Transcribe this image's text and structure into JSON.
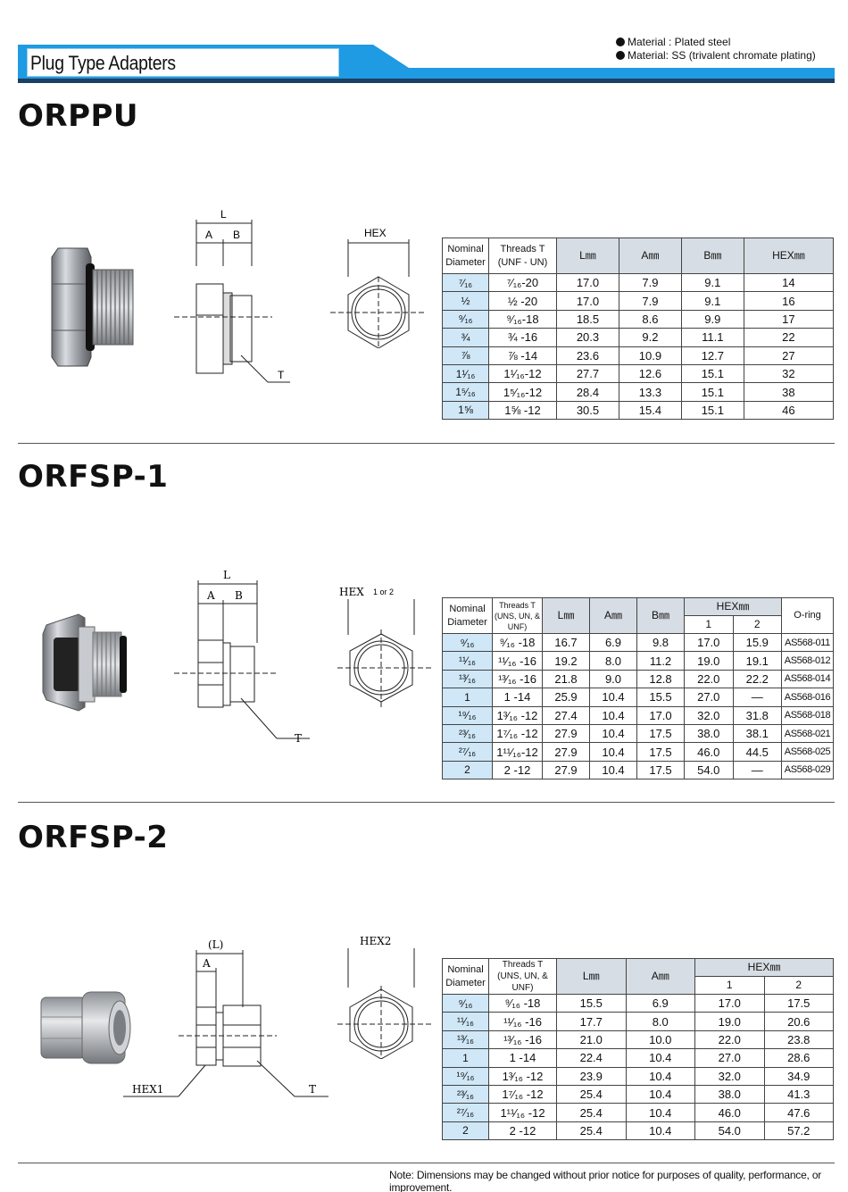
{
  "header": {
    "title": "Plug Type Adapters",
    "material_lines": [
      "Material : Plated steel",
      "Material: SS (trivalent chromate plating)"
    ],
    "accent_color": "#1e9be3",
    "bar_color": "#1c3f66"
  },
  "sections": [
    {
      "title": "ORPPU",
      "drawing_labels": {
        "L": "L",
        "A": "A",
        "B": "B",
        "T": "T",
        "HEX": "HEX"
      },
      "headers": [
        "Nominal\nDiameter",
        "Threads T\n(UNF - UN)",
        "L㎜",
        "A㎜",
        "B㎜",
        "HEX㎜"
      ],
      "rows": [
        [
          "⁷⁄₁₆",
          "⁷⁄₁₆-20",
          "17.0",
          "7.9",
          "9.1",
          "14"
        ],
        [
          "½",
          "½ -20",
          "17.0",
          "7.9",
          "9.1",
          "16"
        ],
        [
          "⁹⁄₁₆",
          "⁹⁄₁₆-18",
          "18.5",
          "8.6",
          "9.9",
          "17"
        ],
        [
          "¾",
          "¾ -16",
          "20.3",
          "9.2",
          "11.1",
          "22"
        ],
        [
          "⅞",
          "⅞ -14",
          "23.6",
          "10.9",
          "12.7",
          "27"
        ],
        [
          "1¹⁄₁₆",
          "1¹⁄₁₆-12",
          "27.7",
          "12.6",
          "15.1",
          "32"
        ],
        [
          "1⁵⁄₁₆",
          "1⁵⁄₁₆-12",
          "28.4",
          "13.3",
          "15.1",
          "38"
        ],
        [
          "1⅝",
          "1⅝ -12",
          "30.5",
          "15.4",
          "15.1",
          "46"
        ]
      ]
    },
    {
      "title": "ORFSP-1",
      "drawing_labels": {
        "L": "L",
        "A": "A",
        "B": "B",
        "T": "T",
        "HEX": "HEX",
        "HEX_note": "1 or 2"
      },
      "headers": [
        "Nominal\nDiameter",
        "Threads T\n(UNS, UN, & UNF)",
        "L㎜",
        "A㎜",
        "B㎜",
        "HEX㎜",
        "1",
        "2",
        "O-ring"
      ],
      "rows": [
        [
          "⁹⁄₁₆",
          "⁹⁄₁₆ -18",
          "16.7",
          "6.9",
          "9.8",
          "17.0",
          "15.9",
          "AS568-011"
        ],
        [
          "¹¹⁄₁₆",
          "¹¹⁄₁₆ -16",
          "19.2",
          "8.0",
          "11.2",
          "19.0",
          "19.1",
          "AS568-012"
        ],
        [
          "¹³⁄₁₆",
          "¹³⁄₁₆ -16",
          "21.8",
          "9.0",
          "12.8",
          "22.0",
          "22.2",
          "AS568-014"
        ],
        [
          "1",
          "1 -14",
          "25.9",
          "10.4",
          "15.5",
          "27.0",
          "—",
          "AS568-016"
        ],
        [
          "¹⁹⁄₁₆",
          "1³⁄₁₆ -12",
          "27.4",
          "10.4",
          "17.0",
          "32.0",
          "31.8",
          "AS568-018"
        ],
        [
          "²³⁄₁₆",
          "1⁷⁄₁₆ -12",
          "27.9",
          "10.4",
          "17.5",
          "38.0",
          "38.1",
          "AS568-021"
        ],
        [
          "²⁷⁄₁₆",
          "1¹¹⁄₁₆-12",
          "27.9",
          "10.4",
          "17.5",
          "46.0",
          "44.5",
          "AS568-025"
        ],
        [
          "2",
          "2 -12",
          "27.9",
          "10.4",
          "17.5",
          "54.0",
          "—",
          "AS568-029"
        ]
      ]
    },
    {
      "title": "ORFSP-2",
      "drawing_labels": {
        "L": "(L)",
        "A": "A",
        "T": "T",
        "HEX1": "HEX1",
        "HEX2": "HEX2"
      },
      "headers": [
        "Nominal\nDiameter",
        "Threads T\n(UNS, UN, & UNF)",
        "L㎜",
        "A㎜",
        "HEX㎜",
        "1",
        "2"
      ],
      "rows": [
        [
          "⁹⁄₁₆",
          "⁹⁄₁₆ -18",
          "15.5",
          "6.9",
          "17.0",
          "17.5"
        ],
        [
          "¹¹⁄₁₆",
          "¹¹⁄₁₆ -16",
          "17.7",
          "8.0",
          "19.0",
          "20.6"
        ],
        [
          "¹³⁄₁₆",
          "¹³⁄₁₆ -16",
          "21.0",
          "10.0",
          "22.0",
          "23.8"
        ],
        [
          "1",
          "1 -14",
          "22.4",
          "10.4",
          "27.0",
          "28.6"
        ],
        [
          "¹⁹⁄₁₆",
          "1³⁄₁₆ -12",
          "23.9",
          "10.4",
          "32.0",
          "34.9"
        ],
        [
          "²³⁄₁₆",
          "1⁷⁄₁₆ -12",
          "25.4",
          "10.4",
          "38.0",
          "41.3"
        ],
        [
          "²⁷⁄₁₆",
          "1¹¹⁄₁₆ -12",
          "25.4",
          "10.4",
          "46.0",
          "47.6"
        ],
        [
          "2",
          "2 -12",
          "25.4",
          "10.4",
          "54.0",
          "57.2"
        ]
      ]
    }
  ],
  "footer": {
    "note": "Note: Dimensions may be changed without prior notice for purposes of quality, performance, or improvement."
  }
}
